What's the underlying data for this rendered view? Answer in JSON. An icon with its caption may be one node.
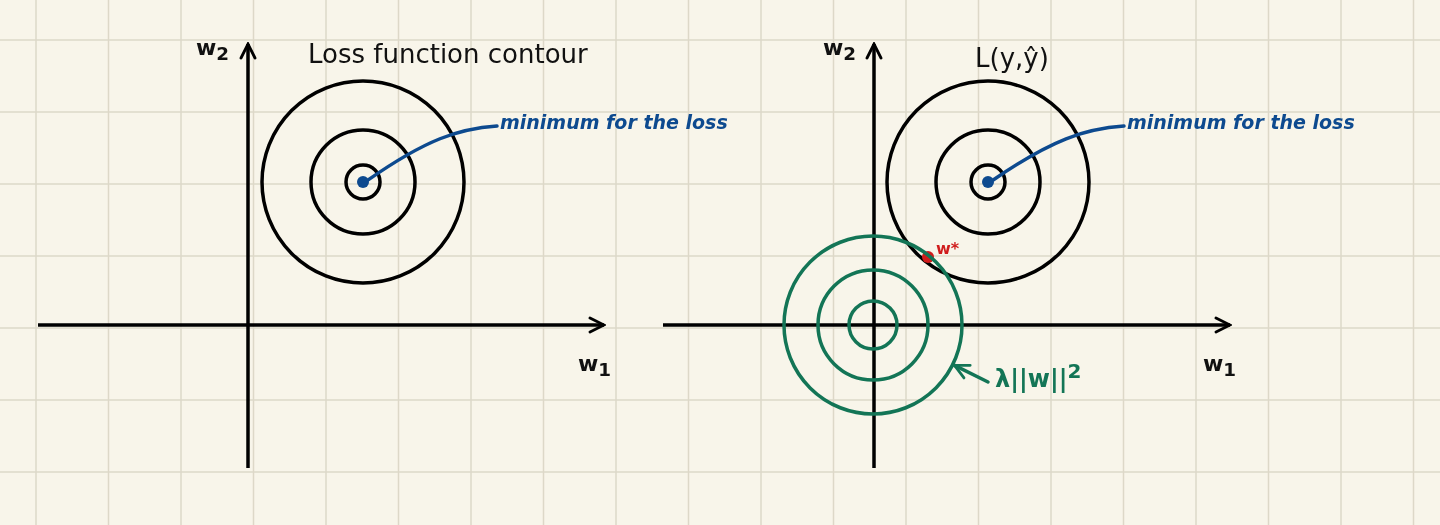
{
  "diagram": {
    "nodes": [
      {
        "text": [
          "minimum for the loss"
        ]
      },
      {
        "text": [],
        "shape": "circle"
      },
      {
        "text": [
          "minimum for the loss"
        ]
      },
      {
        "text": [],
        "shape": "circle"
      },
      {
        "text": [
          "λ||w||$^{2}$"
        ]
      },
      {
        "text": [],
        "shape": "circle"
      }
    ],
    "edges": [
      {
        "from": 0,
        "to": 1,
        "arrow": "none"
      },
      {
        "from": 2,
        "to": 3,
        "arrow": "none"
      },
      {
        "from": 4,
        "to": 5,
        "arrow": "to"
      }
    ],
    "labels": [
      "w$_{2}$",
      "Loss function contour",
      "w$_{1}$",
      "w$_{2}$",
      "L(y,ŷ)",
      "w*",
      "w$_{1}$"
    ]
  }
}
